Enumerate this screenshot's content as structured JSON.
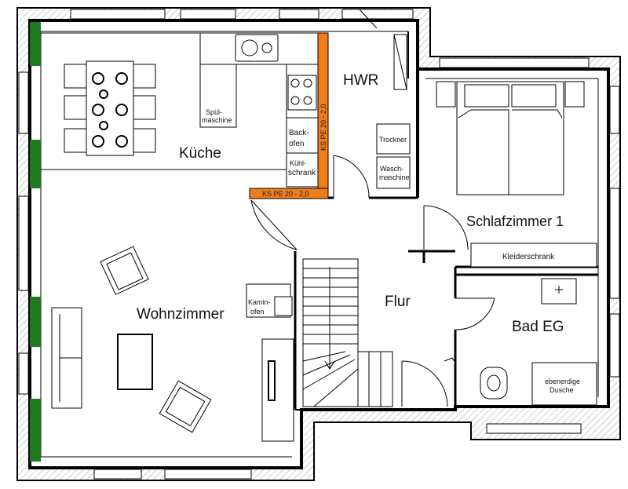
{
  "rooms": {
    "kueche": "Küche",
    "hwr": "HWR",
    "schlafzimmer": "Schlafzimmer 1",
    "wohnzimmer": "Wohnzimmer",
    "flur": "Flur",
    "bad": "Bad EG"
  },
  "labels": {
    "spuel_1": "Spül-",
    "spuel_2": "maschine",
    "back_1": "Back-",
    "back_2": "ofen",
    "kuehl_1": "Kühl-",
    "kuehl_2": "schrank",
    "trockner": "Trockner",
    "wasch_1": "Wasch-",
    "wasch_2": "maschine",
    "kleiderschrank": "Kleiderschrank",
    "kamin_1": "Kamin-",
    "kamin_2": "ofen",
    "dusche_1": "ebenerdige",
    "dusche_2": "Dusche",
    "beam_vertical": "KS PE 20 - 2,0",
    "beam_horizontal": "KS PE 20 - 2,0"
  },
  "colors": {
    "wall": "#000000",
    "window_green": "#1f7a1f",
    "beam_orange": "#f07c1a",
    "hatch": "#888888"
  }
}
